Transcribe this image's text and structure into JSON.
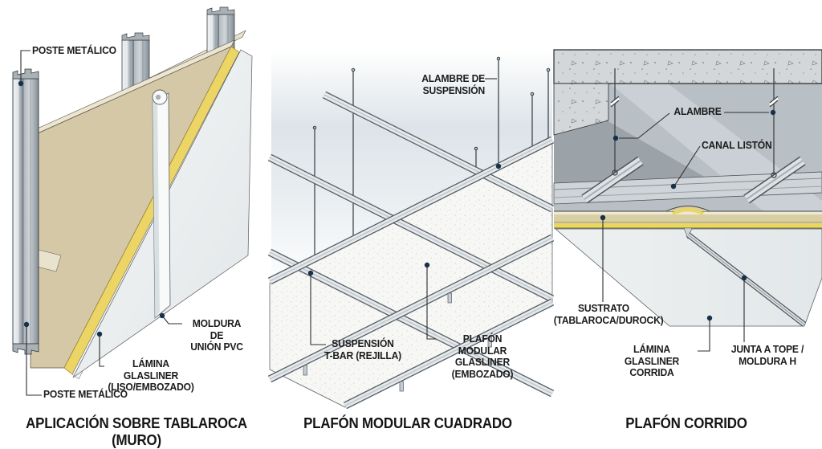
{
  "panels": [
    {
      "id": "muro",
      "title": "APLICACIÓN SOBRE TABLAROCA (MURO)",
      "labels": [
        {
          "name": "poste-metalico-top",
          "lines": [
            "POSTE METÁLICO"
          ]
        },
        {
          "name": "moldura-union-pvc",
          "lines": [
            "MOLDURA DE",
            "UNIÓN PVC"
          ]
        },
        {
          "name": "lamina-glasliner",
          "lines": [
            "LÁMINA GLASLINER",
            "(LISO/EMBOZADO)"
          ]
        },
        {
          "name": "poste-metalico-bottom",
          "lines": [
            "POSTE METÁLICO"
          ]
        }
      ]
    },
    {
      "id": "plafon-modular",
      "title": "PLAFÓN MODULAR CUADRADO",
      "labels": [
        {
          "name": "alambre-de-suspension",
          "lines": [
            "ALAMBRE DE SUSPENSIÓN"
          ]
        },
        {
          "name": "suspension-t-bar",
          "lines": [
            "SUSPENSIÓN",
            "T-BAR (REJILLA)"
          ]
        },
        {
          "name": "plafon-modular-glasliner",
          "lines": [
            "PLAFÓN MODULAR",
            "GLASLINER",
            "(EMBOZADO)"
          ]
        }
      ]
    },
    {
      "id": "plafon-corrido",
      "title": "PLAFÓN CORRIDO",
      "labels": [
        {
          "name": "alambre",
          "lines": [
            "ALAMBRE"
          ]
        },
        {
          "name": "canal-liston",
          "lines": [
            "CANAL LISTÓN"
          ]
        },
        {
          "name": "sustrato",
          "lines": [
            "SUSTRATO",
            "(TABLAROCA/DUROCK)"
          ]
        },
        {
          "name": "lamina-glasliner-corrida",
          "lines": [
            "LÁMINA GLASLINER",
            "CORRIDA"
          ]
        },
        {
          "name": "junta-a-tope",
          "lines": [
            "JUNTA A TOPE /",
            "MOLDURA H"
          ]
        }
      ]
    }
  ],
  "colors": {
    "background": "#ffffff",
    "label_text": "#1b1c1d",
    "leader_line": "#2b2e30",
    "leader_dot": "#18314a",
    "metal_light": "#e6eaec",
    "metal_mid": "#b7bfc5",
    "metal_dark": "#5a6167",
    "tablaroca_tan": "#d5c8a6",
    "adhesive_yellow": "#ecd564",
    "glasliner_white": "#f0f3f3",
    "concrete_gray": "#d3d7d9",
    "wall_gray": "#b9c0c5",
    "substrate_tan": "#d9cfa4"
  }
}
